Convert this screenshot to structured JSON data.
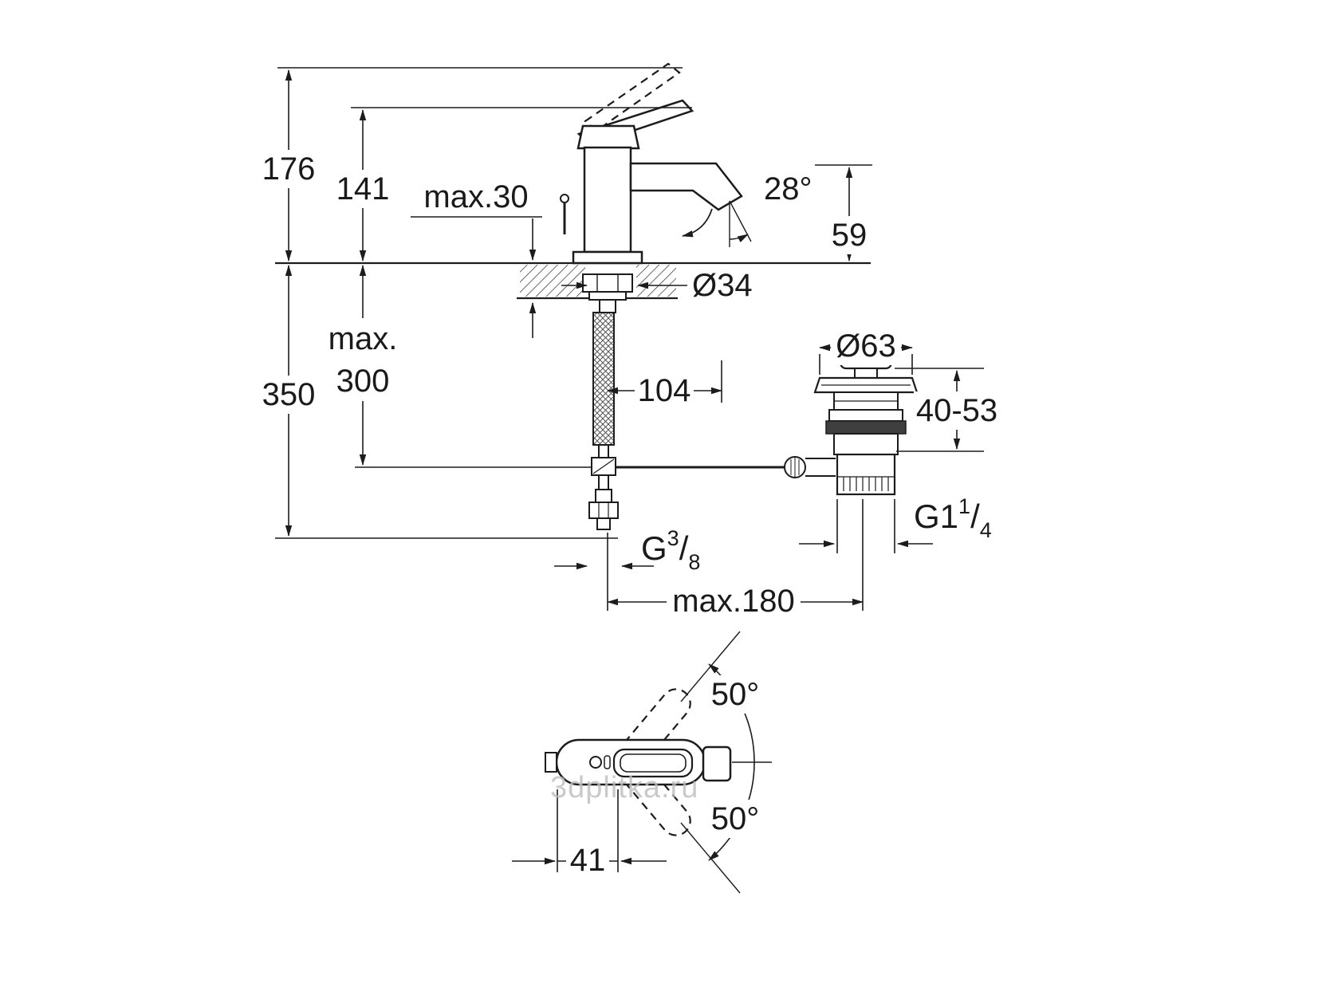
{
  "watermark": "3dplitka.ru",
  "side_view": {
    "height_total": "176",
    "height_to_lever": "141",
    "deck_thickness": "max.30",
    "spout_angle": "28°",
    "spout_height": "59",
    "hole_diameter": "Ø34",
    "hose_depth_prefix": "max.",
    "hose_depth_value": "300",
    "total_depth": "350",
    "spout_reach": "104",
    "supply_thread": {
      "prefix": "G",
      "sup": "3",
      "slash": "/",
      "sub": "8"
    },
    "rod_reach": "max.180"
  },
  "drain_view": {
    "flange_diameter": "Ø63",
    "deck_range": "40-53",
    "waste_thread": {
      "prefix": "G1",
      "sup": "1",
      "slash": "/",
      "sub": "4"
    }
  },
  "top_view": {
    "swivel_up": "50°",
    "swivel_down": "50°",
    "handle_offset": "41"
  }
}
